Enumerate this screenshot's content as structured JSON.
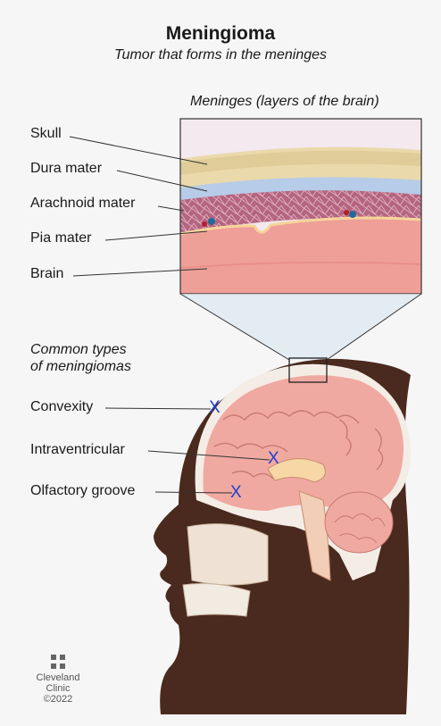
{
  "title": "Meningioma",
  "subtitle": "Tumor that forms in the meninges",
  "inset": {
    "title": "Meninges (layers of the brain)",
    "labels": [
      "Skull",
      "Dura mater",
      "Arachnoid mater",
      "Pia mater",
      "Brain"
    ]
  },
  "types": {
    "heading_line1": "Common types",
    "heading_line2": "of meningiomas",
    "labels": [
      "Convexity",
      "Intraventricular",
      "Olfactory groove"
    ],
    "marker": "X",
    "marker_color": "#1f3fd1"
  },
  "logo": {
    "line1": "Cleveland",
    "line2": "Clinic",
    "copyright": "©2022"
  },
  "colors": {
    "skull": "#e8d7a8",
    "dura": "#b8cde8",
    "arachnoid": "#b4657f",
    "brain": "#f0a9a0",
    "skin": "#4a2a1e"
  }
}
